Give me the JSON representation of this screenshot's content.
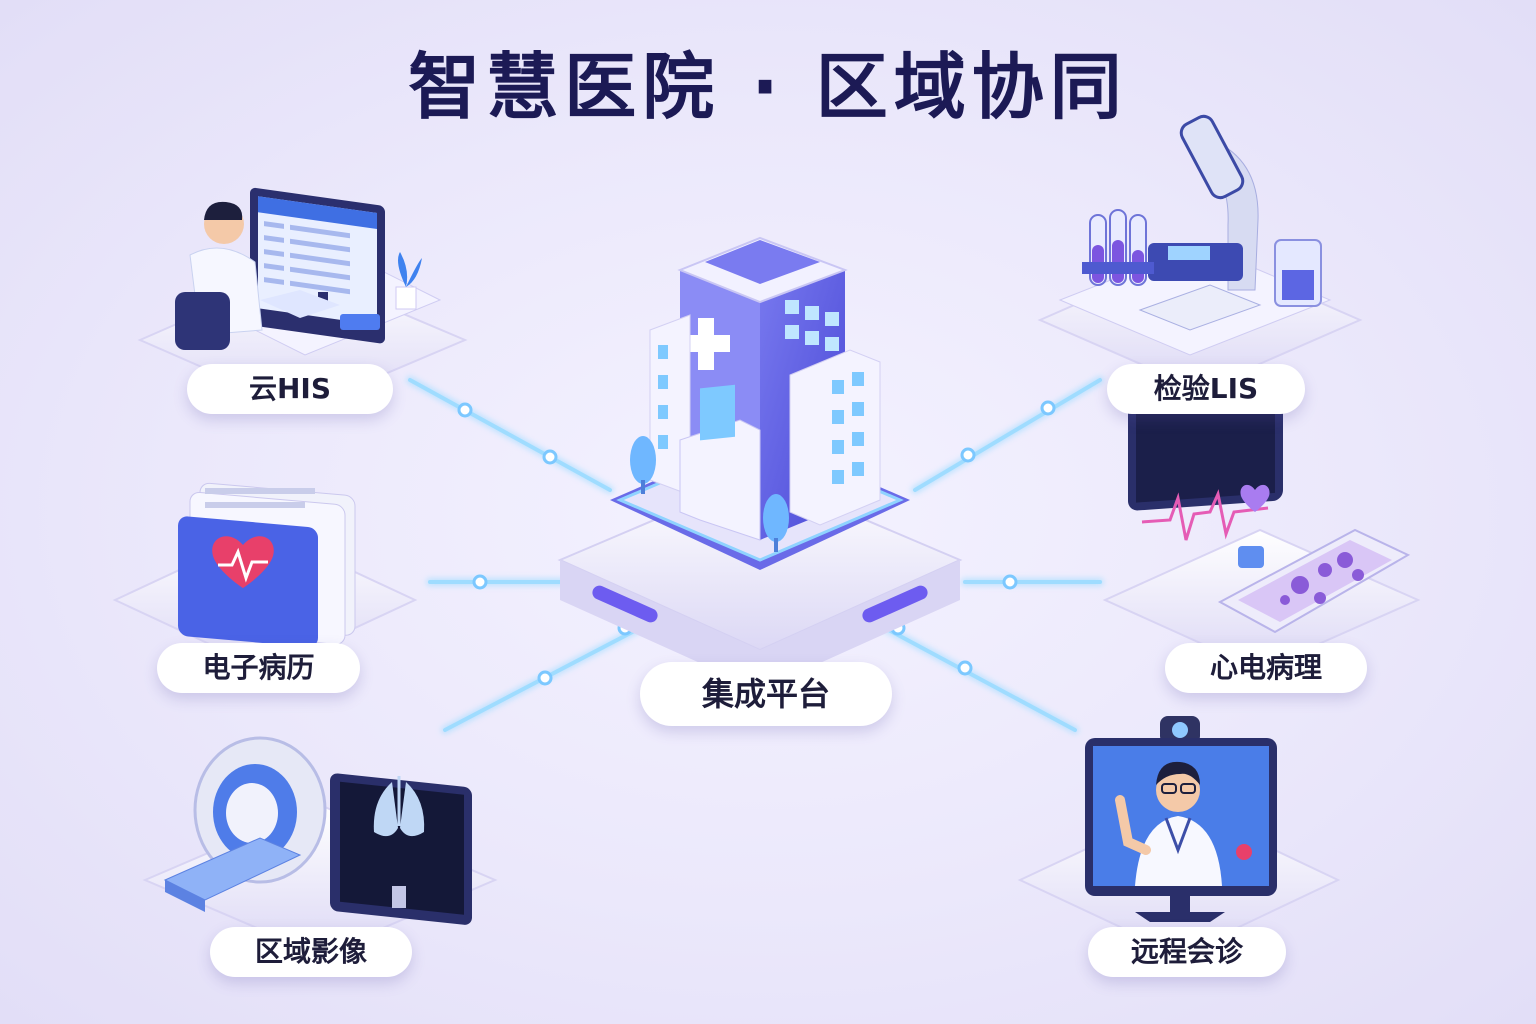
{
  "title": "智慧医院 · 区域协同",
  "center": {
    "label": "集成平台"
  },
  "modules": {
    "his": {
      "label": "云HIS"
    },
    "lis": {
      "label": "检验LIS"
    },
    "emr": {
      "label": "电子病历"
    },
    "ecg": {
      "label": "心电病理"
    },
    "imaging": {
      "label": "区域影像"
    },
    "remote": {
      "label": "远程会诊"
    }
  },
  "colors": {
    "accent": "#5b5ce6",
    "title": "#1c1a55",
    "glow": "#8fd3ff",
    "heart": "#e8406a"
  }
}
